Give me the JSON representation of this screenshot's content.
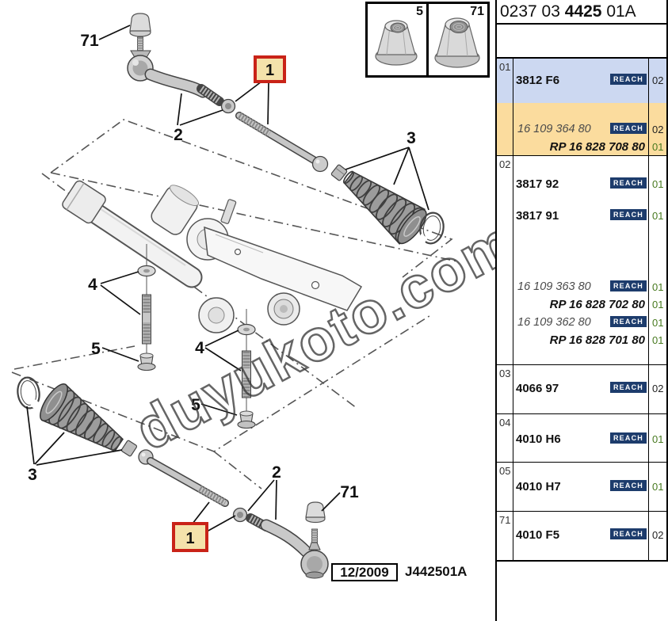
{
  "header": {
    "part1": "0237 03",
    "part2": "4425",
    "part3": "01A"
  },
  "inset": {
    "left_label": "5",
    "right_label": "71"
  },
  "watermark": "duyukoto.com",
  "footer": {
    "date": "12/2009",
    "ref": "J442501A"
  },
  "diagram": {
    "callouts": {
      "one": "1",
      "two": "2",
      "three": "3",
      "four": "4",
      "five": "5",
      "seventy_one": "71"
    }
  },
  "table": {
    "reach": "REACH",
    "row01": {
      "index": "01",
      "part": "3812 F6",
      "qty": "02",
      "ref": "16 109 364 80",
      "ref_qty": "02",
      "rp": "RP 16 828 708 80",
      "rp_qty": "01"
    },
    "row02": {
      "index": "02",
      "part_a": "3817 92",
      "qty_a": "01",
      "part_b": "3817 91",
      "qty_b": "01",
      "ref1": "16 109 363 80",
      "ref1_qty": "01",
      "rp1": "RP 16 828 702 80",
      "rp1_qty": "01",
      "ref2": "16 109 362 80",
      "ref2_qty": "01",
      "rp2": "RP 16 828 701 80",
      "rp2_qty": "01"
    },
    "row03": {
      "index": "03",
      "part": "4066 97",
      "qty": "02"
    },
    "row04": {
      "index": "04",
      "part": "4010 H6",
      "qty": "01"
    },
    "row05": {
      "index": "05",
      "part": "4010 H7",
      "qty": "01"
    },
    "row71": {
      "index": "71",
      "part": "4010 F5",
      "qty": "02"
    }
  }
}
